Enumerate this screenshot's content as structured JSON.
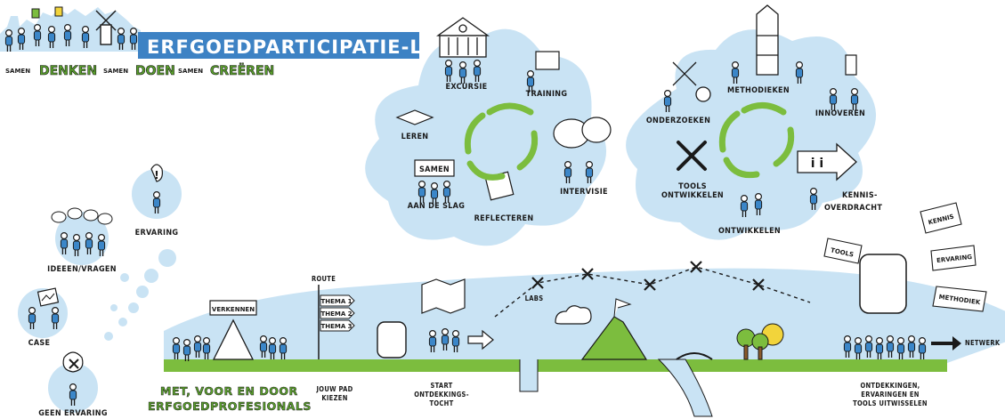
{
  "title": "ERFGOEDPARTICIPATIE-LAB",
  "tagline": {
    "samen1": "SAMEN",
    "denken": "DENKEN",
    "samen2": "SAMEN",
    "doen": "DOEN",
    "samen3": "SAMEN",
    "creeren": "CREËREN"
  },
  "left_cloud": {
    "ervaring": "ERVARING",
    "ideeen": "IDEEEN/VRAGEN",
    "case": "CASE",
    "geen_ervaring": "GEEN ERVARING"
  },
  "learning_cycle": {
    "excursie": "EXCURSIE",
    "training": "TRAINING",
    "leren": "LEREN",
    "samen_sign": "SAMEN",
    "aan_de_slag": "AAN DE SLAG",
    "reflecteren": "REFLECTEREN",
    "intervisie": "INTERVISIE"
  },
  "innovation_cycle": {
    "methodieken": "METHODIEKEN",
    "onderzoeken": "ONDERZOEKEN",
    "innoveren": "INNOVEREN",
    "tools_ontwikkelen_1": "TOOLS",
    "tools_ontwikkelen_2": "ONTWIKKELEN",
    "ontwikkelen": "ONTWIKKELEN",
    "kennis_1": "KENNIS-",
    "kennis_2": "OVERDRACHT"
  },
  "journey": {
    "verkennen": "VERKENNEN",
    "route": "ROUTE",
    "thema1": "THEMA 1",
    "thema2": "THEMA 2",
    "thema3": "THEMA 3",
    "jouw_pad_1": "JOUW PAD",
    "jouw_pad_2": "KIEZEN",
    "start_1": "START",
    "start_2": "ONTDEKKINGS-",
    "start_3": "TOCHT",
    "labs": "LABS",
    "met_voor_1": "MET, VOOR EN DOOR",
    "met_voor_2": "ERFGOEDPROFESIONALS",
    "ontdekkingen_1": "ONTDEKKINGEN,",
    "ontdekkingen_2": "ERVARINGEN EN",
    "ontdekkingen_3": "TOOLS UITWISSELEN"
  },
  "backpack_tags": {
    "tools": "TOOLS",
    "kennis": "KENNIS",
    "ervaring": "ERVARING",
    "methodiek": "METHODIEK",
    "netwerk": "NETWERK"
  },
  "colors": {
    "sky_blue": "#c9e3f4",
    "title_blue": "#3d82c4",
    "grass_green": "#7cbd3e",
    "arrow_green": "#7cbd3e",
    "person_blue": "#3b86c8",
    "ink": "#1a1a1a"
  }
}
